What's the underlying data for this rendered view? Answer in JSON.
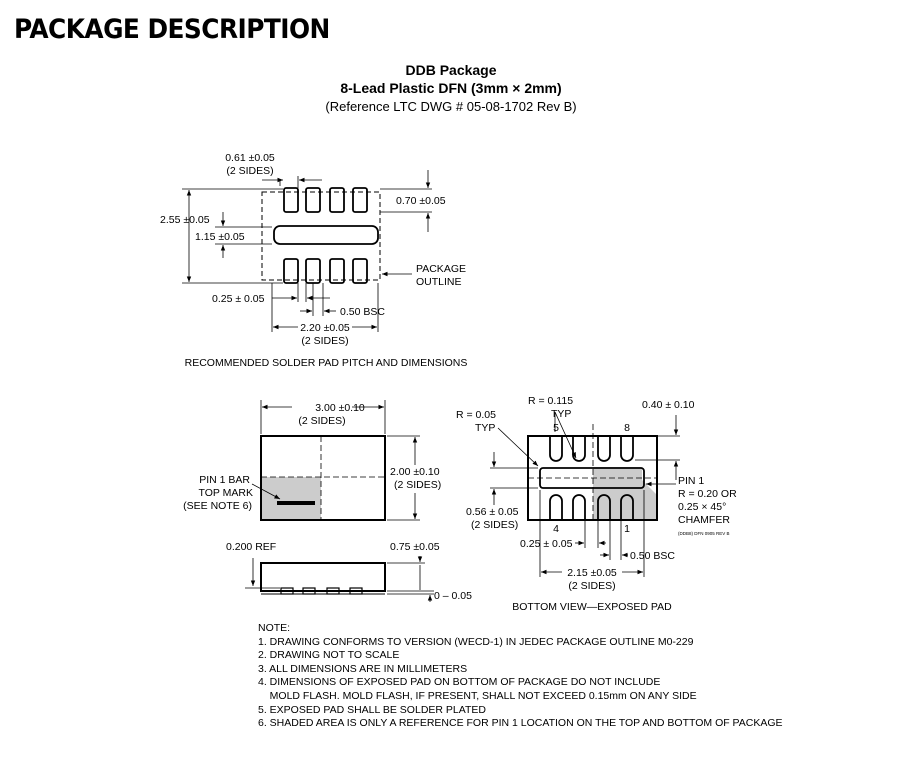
{
  "heading": "PACKAGE DESCRIPTION",
  "titles": {
    "package": "DDB Package",
    "lead": "8-Lead Plastic DFN (3mm × 2mm)",
    "reference": "(Reference LTC DWG # 05-08-1702 Rev B)"
  },
  "solder_pad": {
    "pad_width": "0.61 ±0.05",
    "pad_width_sides": "(2 SIDES)",
    "pad_length": "0.70 ±0.05",
    "total_height": "2.55 ±0.05",
    "center_pad": "1.15 ±0.05",
    "pad_gap": "0.25 ± 0.05",
    "pitch": "0.50 BSC",
    "span": "2.20 ±0.05",
    "span_sides": "(2 SIDES)",
    "outline_line1": "PACKAGE",
    "outline_line2": "OUTLINE",
    "caption": "RECOMMENDED SOLDER PAD PITCH AND DIMENSIONS"
  },
  "top_view": {
    "width": "3.00 ±0.10",
    "width_sides": "(2 SIDES)",
    "height": "2.00 ±0.10",
    "height_sides": "(2 SIDES)",
    "pin1_line1": "PIN 1 BAR",
    "pin1_line2": "TOP MARK",
    "pin1_line3": "(SEE NOTE 6)",
    "ref": "0.200 REF",
    "thickness": "0.75 ±0.05",
    "standoff": "0 – 0.05"
  },
  "bottom_view": {
    "r_corner_line1": "R = 0.05",
    "r_corner_line2": "TYP",
    "r_pad_line1": "R = 0.115",
    "r_pad_line2": "TYP",
    "pin5": "5",
    "pin8": "8",
    "pin4": "4",
    "pin1": "1",
    "pad_len": "0.40 ± 0.10",
    "exposed_h": "0.56 ± 0.05",
    "exposed_h_sides": "(2 SIDES)",
    "pin1_line1": "PIN 1",
    "pin1_line2": "R = 0.20 OR",
    "pin1_line3": "0.25 × 45°",
    "pin1_line4": "CHAMFER",
    "dwg_code": "(DDB8) DFN 0905 REV B",
    "pad_w": "0.25 ± 0.05",
    "pitch": "0.50 BSC",
    "span": "2.15 ±0.05",
    "span_sides": "(2 SIDES)",
    "caption": "BOTTOM VIEW—EXPOSED PAD"
  },
  "notes": [
    "NOTE:",
    "1. DRAWING CONFORMS TO VERSION (WECD-1) IN JEDEC PACKAGE OUTLINE M0-229",
    "2. DRAWING NOT TO SCALE",
    "3. ALL DIMENSIONS ARE IN MILLIMETERS",
    "4. DIMENSIONS OF EXPOSED PAD ON BOTTOM OF PACKAGE DO NOT INCLUDE",
    "    MOLD FLASH. MOLD FLASH, IF PRESENT, SHALL NOT EXCEED 0.15mm ON ANY SIDE",
    "5. EXPOSED PAD SHALL BE SOLDER PLATED",
    "6. SHADED AREA IS ONLY A REFERENCE FOR PIN 1 LOCATION ON THE TOP AND BOTTOM OF PACKAGE"
  ]
}
